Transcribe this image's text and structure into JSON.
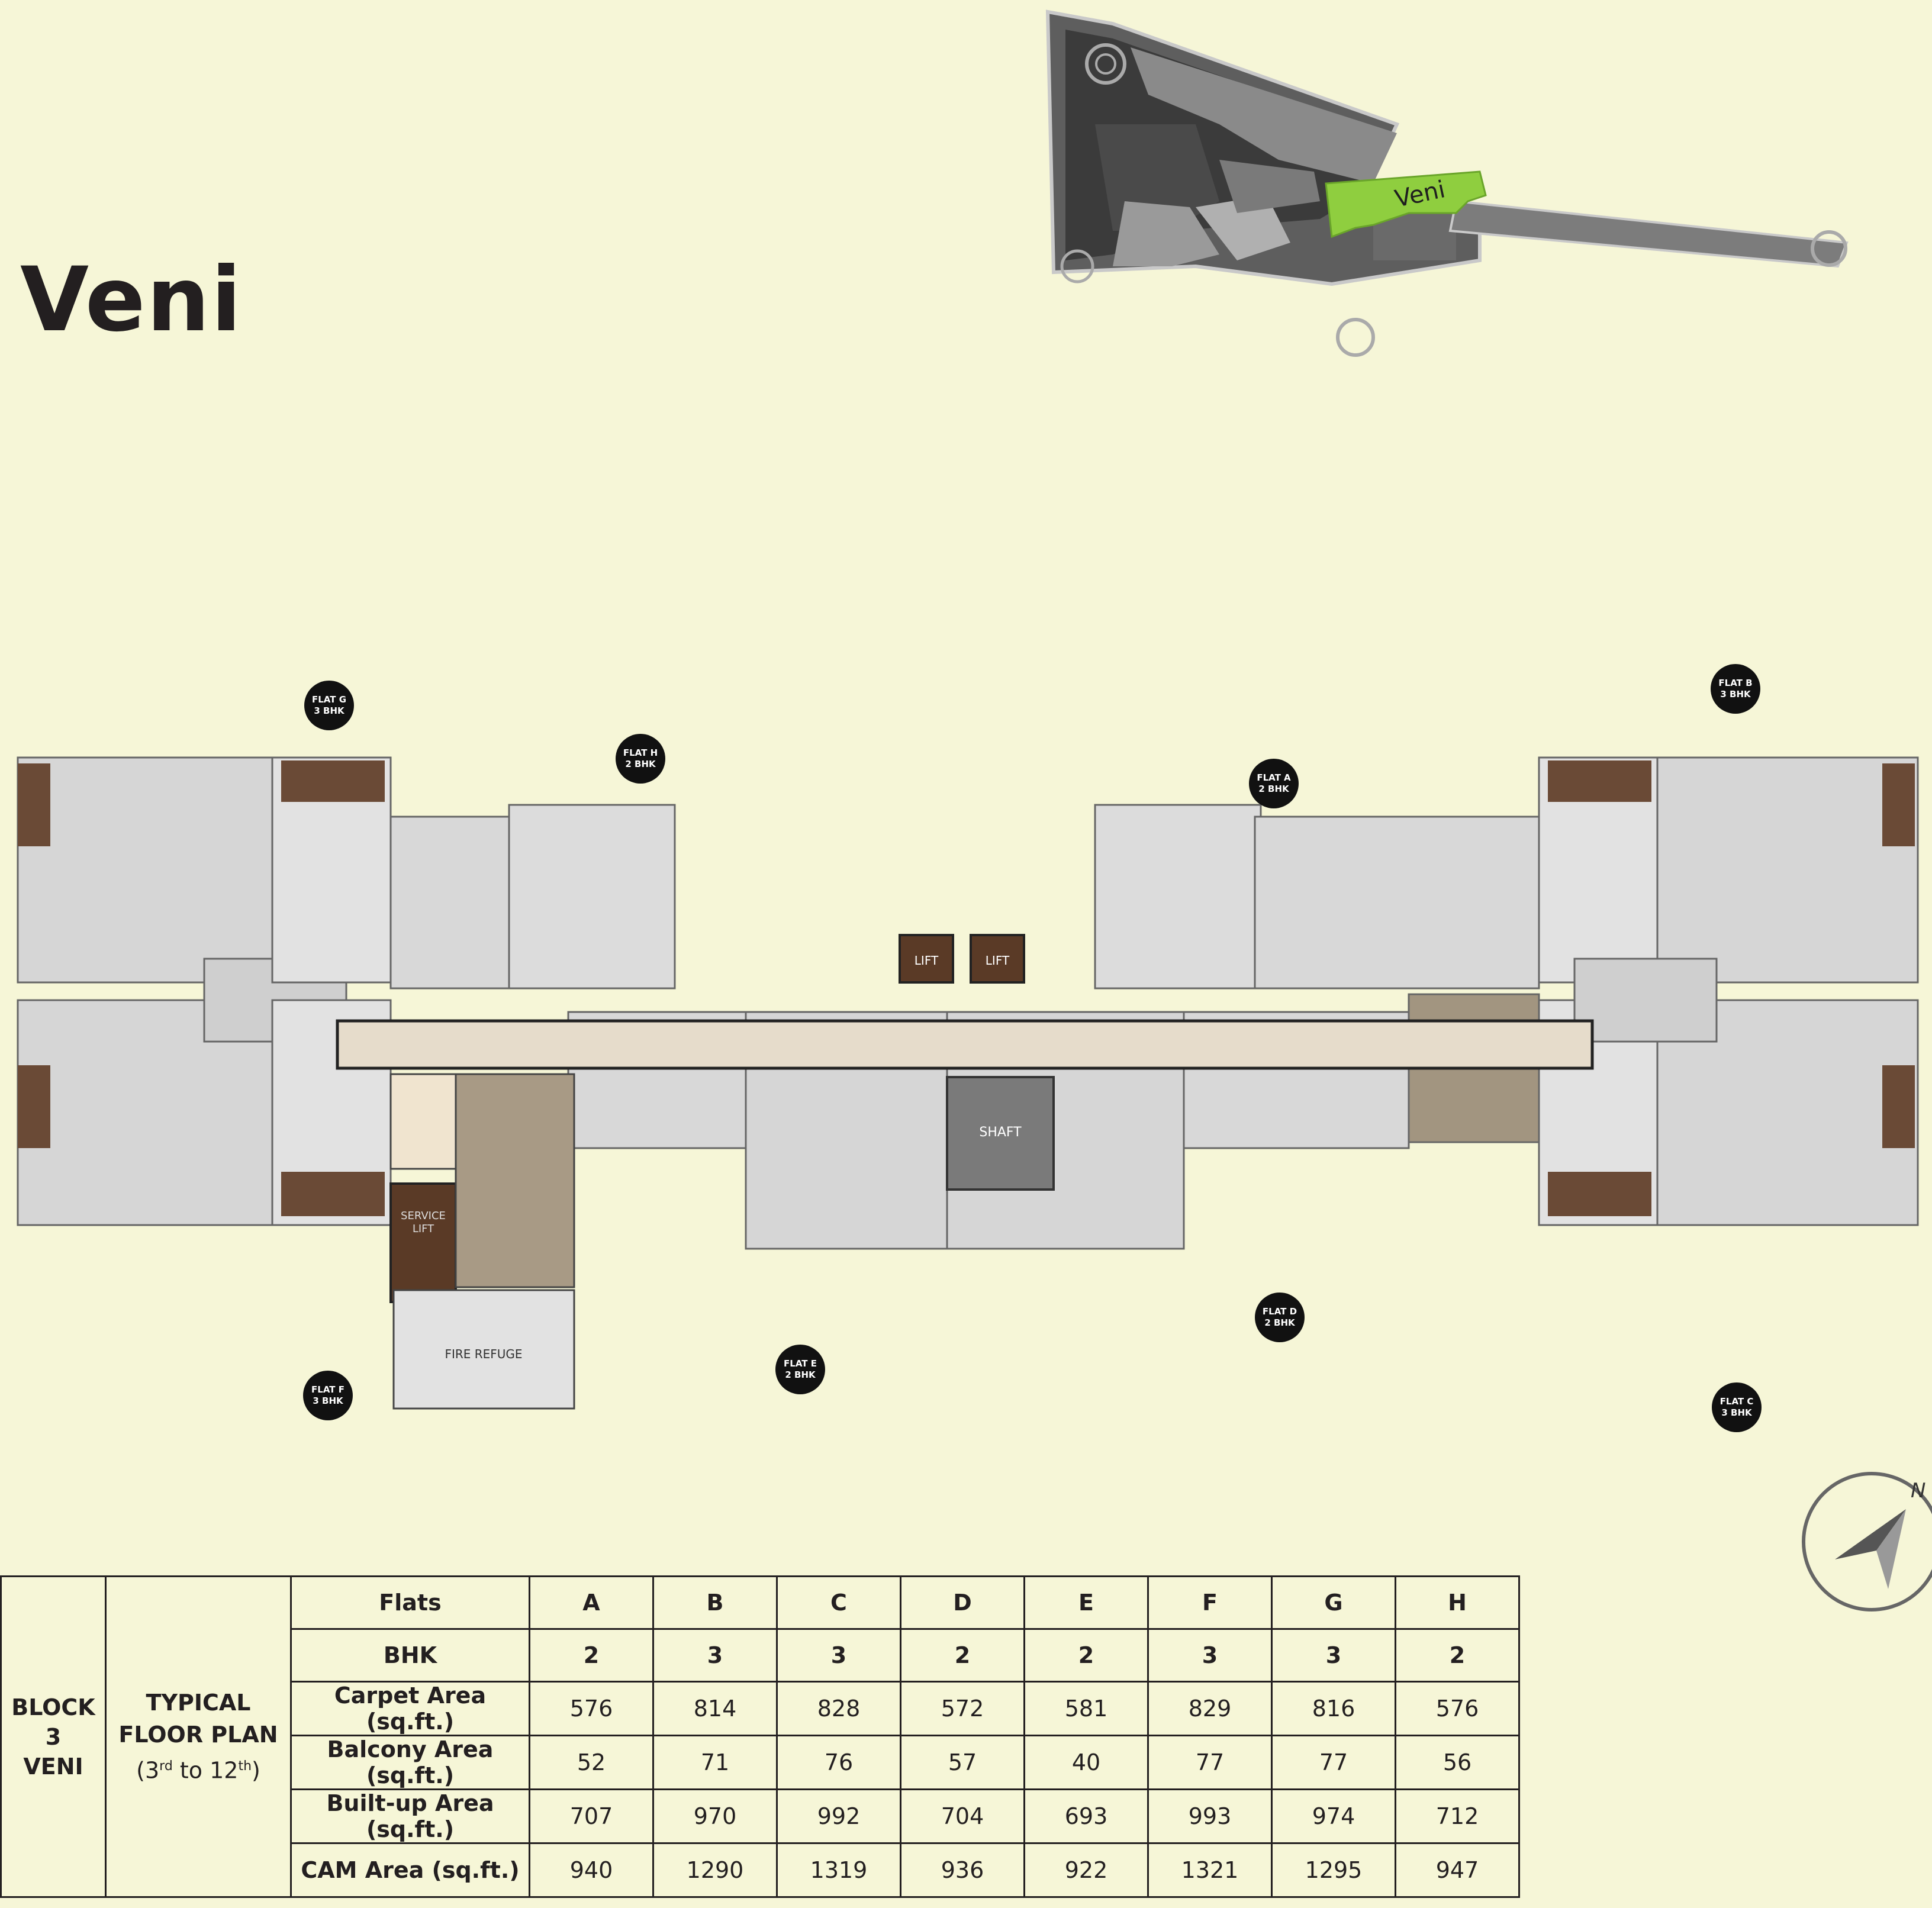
{
  "title": "Veni",
  "site_plan": {
    "highlight_label": "Veni",
    "highlight_color": "#8fce3f"
  },
  "floor_plan": {
    "lift_1": "LIFT",
    "lift_2": "LIFT",
    "shaft": "SHAFT",
    "service_lift_1": "SERVICE",
    "service_lift_2": "LIFT",
    "fire_refuge": "FIRE REFUGE",
    "flats": [
      {
        "id": "G",
        "line1": "FLAT G",
        "line2": "3 BHK"
      },
      {
        "id": "H",
        "line1": "FLAT H",
        "line2": "2 BHK"
      },
      {
        "id": "A",
        "line1": "FLAT A",
        "line2": "2 BHK"
      },
      {
        "id": "B",
        "line1": "FLAT B",
        "line2": "3 BHK"
      },
      {
        "id": "F",
        "line1": "FLAT F",
        "line2": "3 BHK"
      },
      {
        "id": "E",
        "line1": "FLAT E",
        "line2": "2 BHK"
      },
      {
        "id": "D",
        "line1": "FLAT D",
        "line2": "2 BHK"
      },
      {
        "id": "C",
        "line1": "FLAT C",
        "line2": "3 BHK"
      }
    ]
  },
  "compass": {
    "label": "N"
  },
  "table": {
    "block_line1": "BLOCK",
    "block_line2": "3",
    "block_line3": "VENI",
    "typical_line1": "TYPICAL",
    "typical_line2": "FLOOR PLAN",
    "typical_open": "(3",
    "typical_sup1": "rd",
    "typical_mid": " to 12",
    "typical_sup2": "th",
    "typical_close": ")",
    "rows": [
      {
        "label": "Flats",
        "values": [
          "A",
          "B",
          "C",
          "D",
          "E",
          "F",
          "G",
          "H"
        ]
      },
      {
        "label": "BHK",
        "values": [
          "2",
          "3",
          "3",
          "2",
          "2",
          "3",
          "3",
          "2"
        ]
      },
      {
        "label": "Carpet Area (sq.ft.)",
        "values": [
          "576",
          "814",
          "828",
          "572",
          "581",
          "829",
          "816",
          "576"
        ]
      },
      {
        "label": "Balcony Area (sq.ft.)",
        "values": [
          "52",
          "71",
          "76",
          "57",
          "40",
          "77",
          "77",
          "56"
        ]
      },
      {
        "label": "Built-up Area (sq.ft.)",
        "values": [
          "707",
          "970",
          "992",
          "704",
          "693",
          "993",
          "974",
          "712"
        ]
      },
      {
        "label": "CAM Area (sq.ft.)",
        "values": [
          "940",
          "1290",
          "1319",
          "936",
          "922",
          "1321",
          "1295",
          "947"
        ]
      }
    ]
  }
}
